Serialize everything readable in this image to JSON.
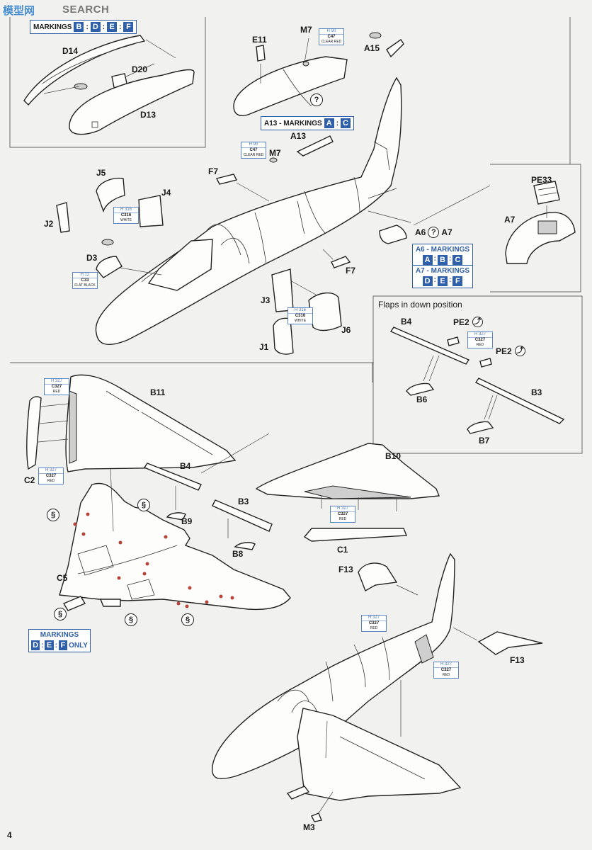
{
  "watermark": {
    "text": "SEARCH",
    "logo_text": "模型网"
  },
  "top_left_markings": {
    "label": "MARKINGS",
    "codes": [
      "B",
      "D",
      "E",
      "F"
    ]
  },
  "parts": {
    "d14": "D14",
    "d20": "D20",
    "d13": "D13",
    "e11": "E11",
    "m7_top": "M7",
    "a15": "A15",
    "a13": "A13",
    "m7": "M7",
    "f7_left": "F7",
    "j5": "J5",
    "j4": "J4",
    "j2": "J2",
    "d3": "D3",
    "pe33": "PE33",
    "a7": "A7",
    "a6q": "A6",
    "a7q": "A7",
    "f7_right": "F7",
    "j3": "J3",
    "j1": "J1",
    "j6": "J6",
    "b4_flap": "B4",
    "pe2_a": "PE2",
    "pe2_b": "PE2",
    "b6": "B6",
    "b3_flap": "B3",
    "b7": "B7",
    "b11": "B11",
    "c2": "C2",
    "b4": "B4",
    "b3": "B3",
    "b9": "B9",
    "b8": "B8",
    "c5": "C5",
    "b10": "B10",
    "c1": "C1",
    "f13_left": "F13",
    "f13_right": "F13",
    "m3": "M3"
  },
  "question_mark": "?",
  "a13_markings": {
    "prefix": "A13 - MARKINGS",
    "codes": [
      "A",
      "C"
    ]
  },
  "a6_markings": {
    "label": "A6 - MARKINGS",
    "codes": [
      "A",
      "B",
      "C"
    ]
  },
  "a7_markings": {
    "label": "A7 - MARKINGS",
    "codes": [
      "D",
      "E",
      "F"
    ]
  },
  "flaps_title": "Flaps in down position",
  "bottom_markings": {
    "label": "MARKINGS",
    "codes": [
      "D",
      "E",
      "F"
    ],
    "suffix": "ONLY"
  },
  "paints": {
    "clear_red": {
      "h": "H 90",
      "c": "C47",
      "name": "CLEAR RED"
    },
    "white": {
      "h": "H 316",
      "c": "C316",
      "name": "WHITE"
    },
    "flat_black": {
      "h": "H 12",
      "c": "C33",
      "name": "FLAT BLACK"
    },
    "red": {
      "h": "H 327",
      "c": "C327",
      "name": "RED"
    }
  },
  "page_number": "4",
  "colors": {
    "marking_blue": "#2f5fa8",
    "paint_blue": "#5a86c4"
  }
}
